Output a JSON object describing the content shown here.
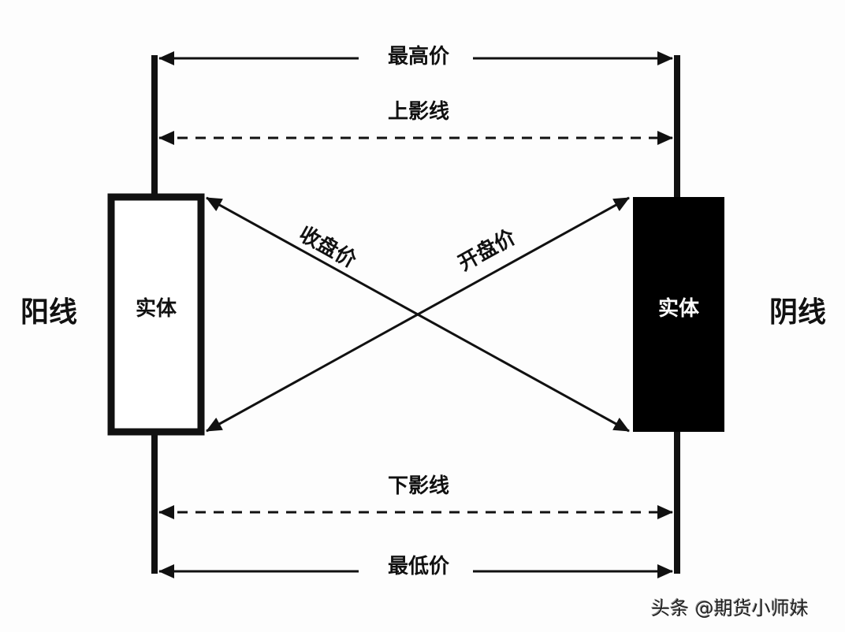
{
  "labels": {
    "high": "最高价",
    "upper_shadow": "上影线",
    "body_left": "实体",
    "body_right": "实体",
    "close": "收盘价",
    "open": "开盘价",
    "bullish": "阳线",
    "bearish": "阴线",
    "lower_shadow": "下影线",
    "low": "最低价"
  },
  "watermark": "头条 @期货小师妹",
  "colors": {
    "ink": "#111111",
    "background": "#fdfdfd",
    "bearish_body": "#000000",
    "bullish_body": "#ffffff"
  }
}
